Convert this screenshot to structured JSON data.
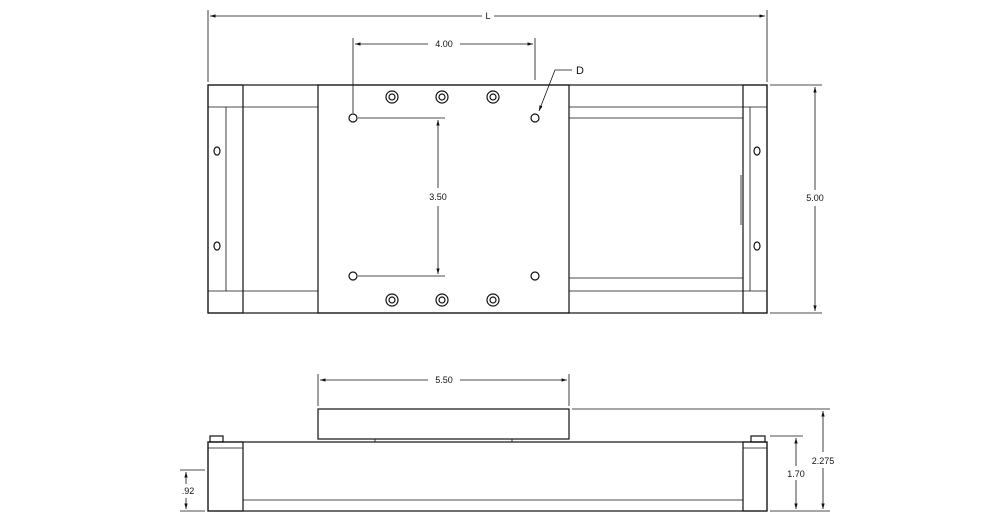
{
  "top_view": {
    "overall_length_label": "L",
    "hole_spacing_x_label": "4.00",
    "hole_spacing_y_label": "3.50",
    "height_label": "5.00",
    "hole_callout_label": "D"
  },
  "side_view": {
    "carriage_width_label": "5.50",
    "total_height_label": "2.275",
    "base_height_label": "1.70",
    "mount_height_label": ".92"
  }
}
